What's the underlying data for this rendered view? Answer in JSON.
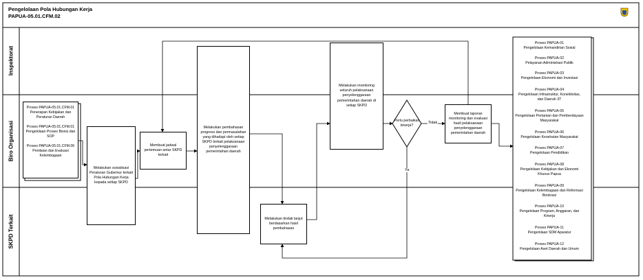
{
  "header": {
    "title_line1": "Pengelolaan Pola Hubungan Kerja",
    "title_line2": "PAPUA-05.01.CFM.02"
  },
  "lanes": [
    {
      "label": "Inspektorat"
    },
    {
      "label": "Biro Organisasi"
    },
    {
      "label": "SKPD Terkait"
    }
  ],
  "inputs": [
    {
      "code": "Proses PAPUA-05.01.CFM.01",
      "name": "Penerapan Kebijakan dan Peraturan Daerah"
    },
    {
      "code": "Proses PAPUA-05.01.CFM.01",
      "name": "Pengelolaan Proses Bisnis dan SOP"
    },
    {
      "code": "Proses PAPUA-05.01.CFM.06",
      "name": "Penilaian dan Evaluasi Kelembagaan"
    }
  ],
  "steps": {
    "sosialisasi": "Melakukan sosialisasi Peraturan Gubernur terkait Pola Hubungan Kerja kepada setiap SKPD",
    "jadwal": "Membuat jadwal pertemuan antar SKPD terkait",
    "pembahasan": "Melakukan pembahasan progress dan permasalahan yang dihadapi oleh setiap SKPD terkait pelaksanaan penyelenggaraan pemerintahan daerah",
    "tindak_lanjut": "Melakukan tindak lanjut berdasarkan hasil pembahasan",
    "monitoring": "Melakukan monitoring seluruh pelaksanaan penyelenggaraan pemerintahan daerah di setiap SKPD",
    "keputusan": "Perlu perbaikan kinerja?",
    "laporan": "Membuat laporan monitoring dan evaluasi hasil pelaksanaan penyelenggaraan pemerintahan daerah"
  },
  "edge_labels": {
    "tidak": "Tidak",
    "ya": "Ya"
  },
  "outputs": [
    {
      "code": "Proses PAPUA-01",
      "name": "Pengelolaan Kemandirian Sosial"
    },
    {
      "code": "Proses PAPUA-02",
      "name": "Pelayanan Administrasi Publik"
    },
    {
      "code": "Proses PAPUA-03",
      "name": "Pengelolaan Ekonomi dan Investasi"
    },
    {
      "code": "Proses PAPUA-04",
      "name": "Pengelolaan Infrastruktur, Konektivitas, dan Daerah 3T"
    },
    {
      "code": "Proses PAPUA-05",
      "name": "Pengelolaan Pertanian dan Pemberdayaan Masyarakat"
    },
    {
      "code": "Proses PAPUA-06",
      "name": "Pengelolaan Kesehatan Masyarakat"
    },
    {
      "code": "Proses PAPUA-07",
      "name": "Pengelolaan Pendidikan"
    },
    {
      "code": "Proses PAPUA-08",
      "name": "Pengelolaan Kebijakan dan Ekonomi Khusus Papua"
    },
    {
      "code": "Proses PAPUA-09",
      "name": "Pengelolaan Kelembagaan dan Reformasi Birokrasi"
    },
    {
      "code": "Proses PAPUA-10",
      "name": "Pengelolaan Program, Anggaran, dan Kinerja"
    },
    {
      "code": "Proses PAPUA-11",
      "name": "Pengelolaan SDM Aparatur"
    },
    {
      "code": "Proses PAPUA-12",
      "name": "Pengelolaan Aset Daerah dan Umum"
    }
  ]
}
